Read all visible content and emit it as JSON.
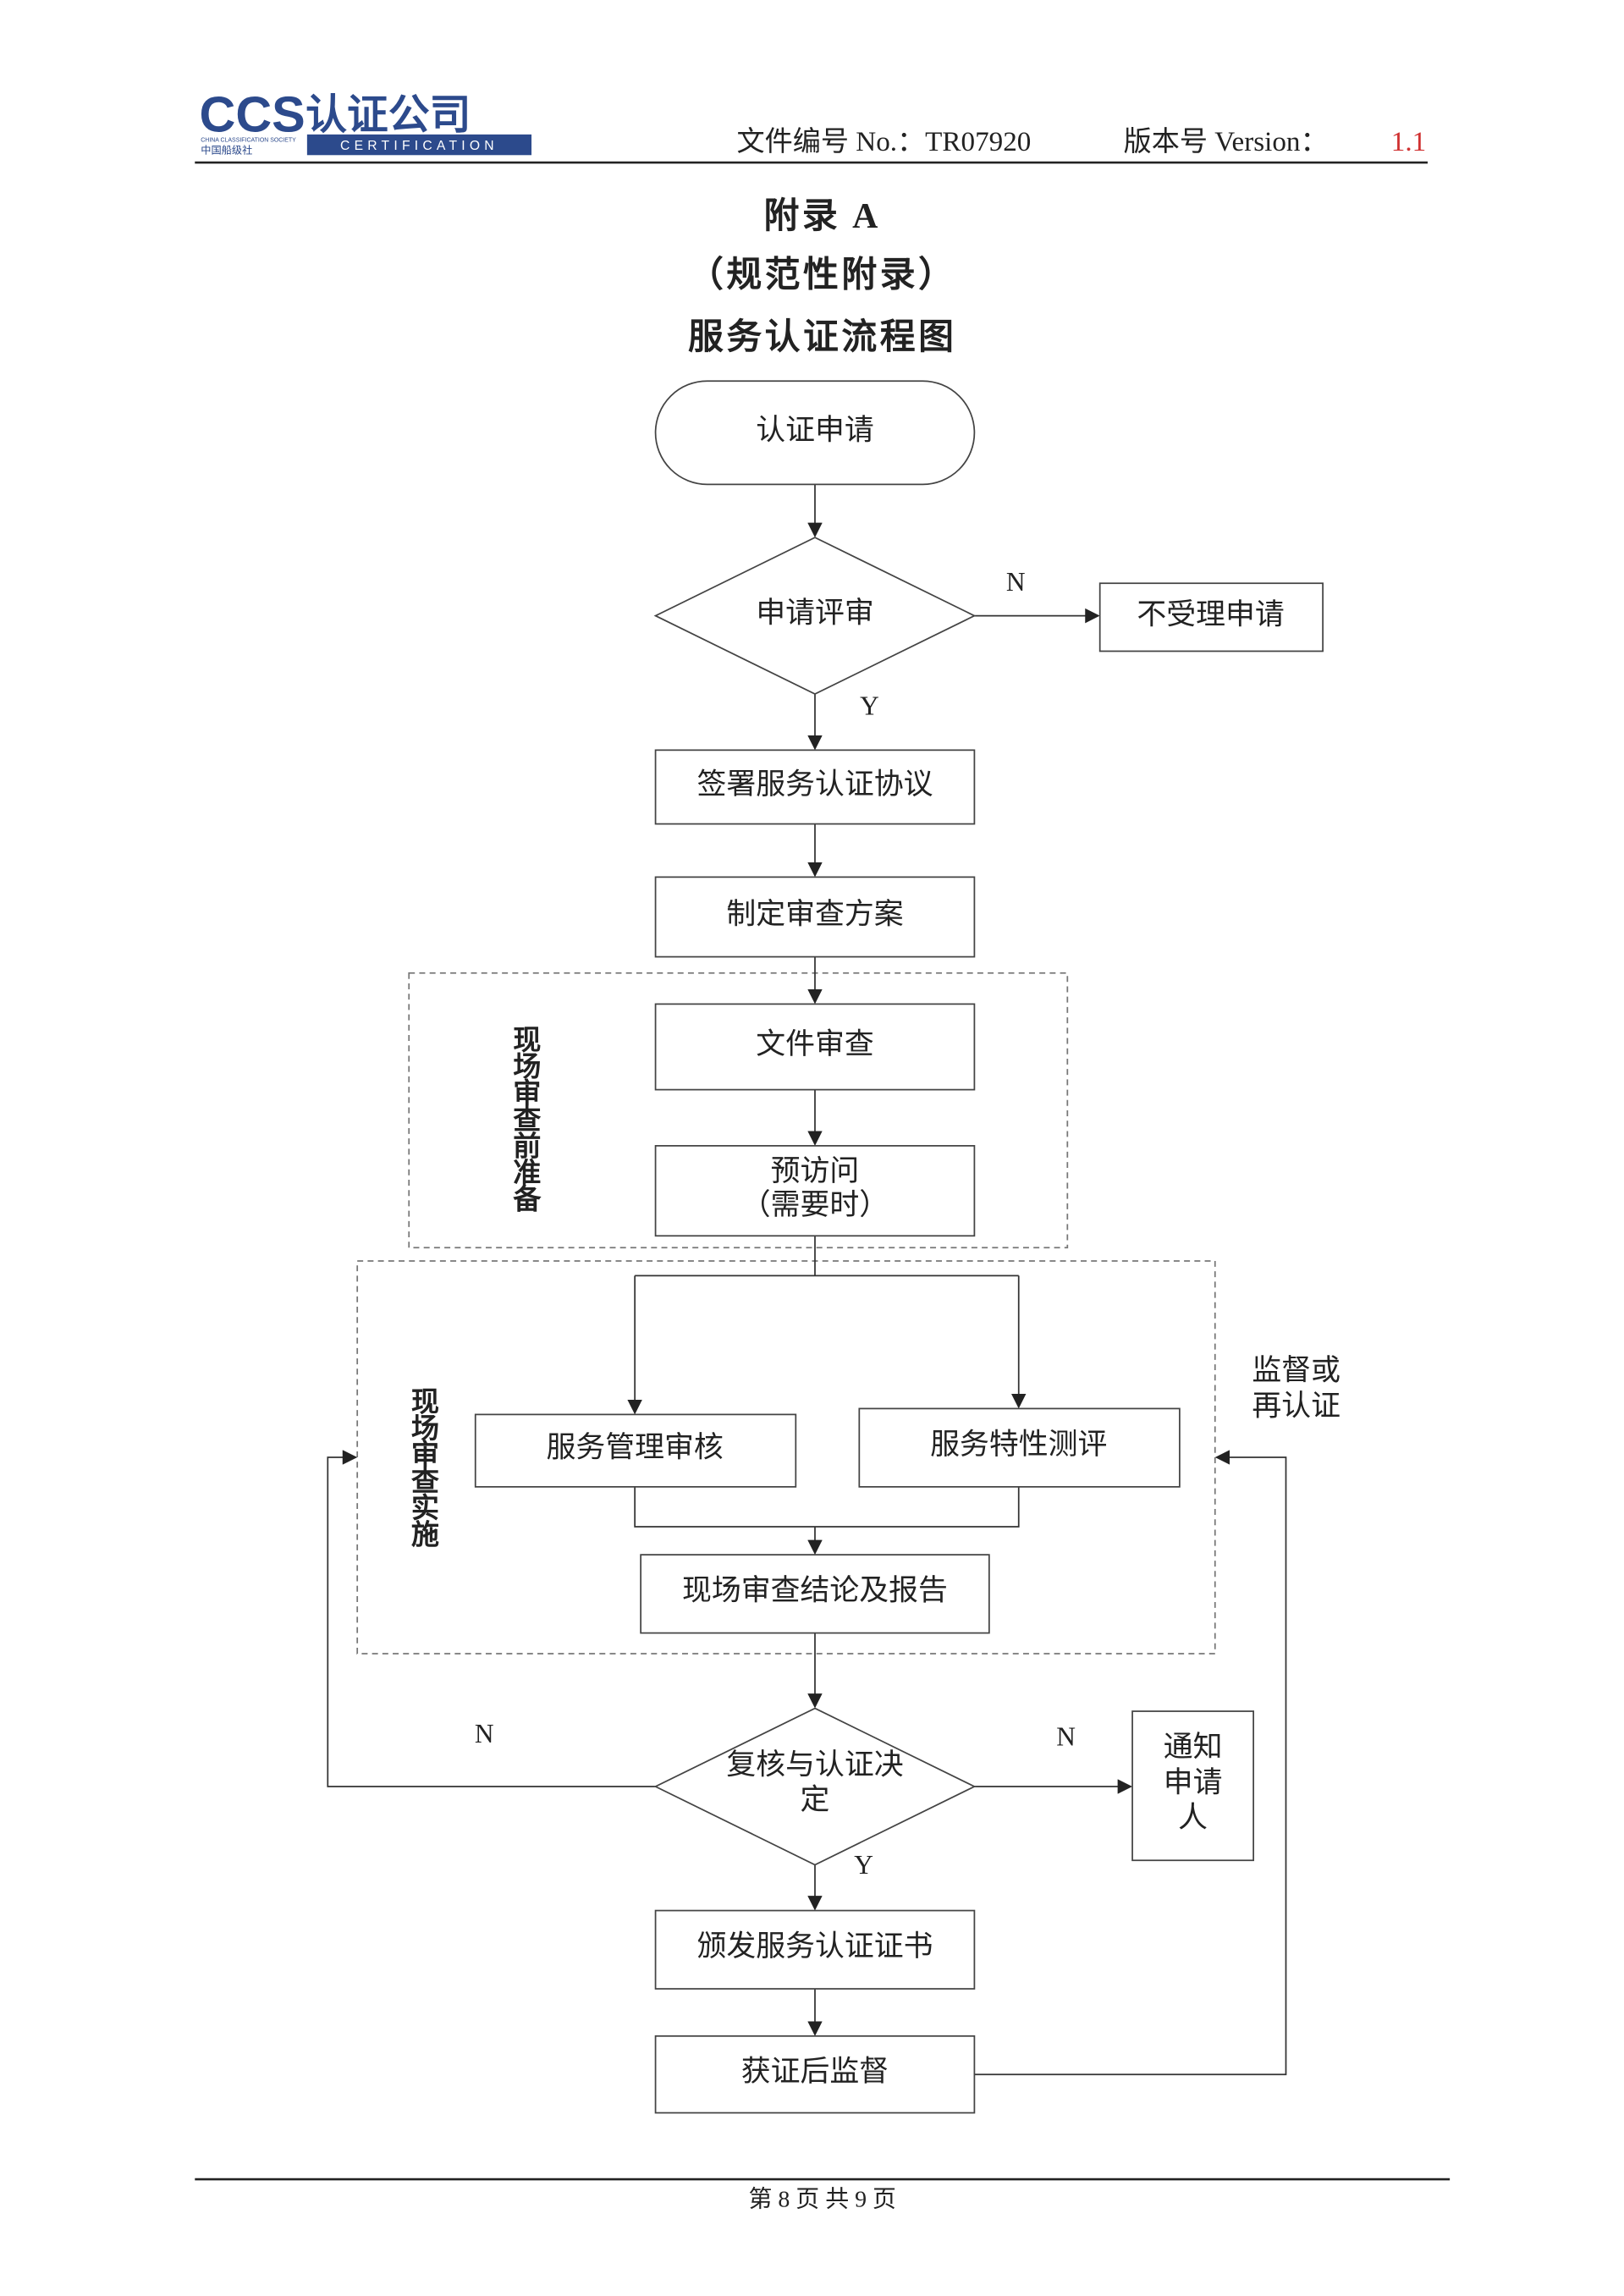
{
  "header": {
    "logo_text": "CCS",
    "logo_cn": "认证公司",
    "logo_sub_en": "CERTIFICATION",
    "logo_society": "CHINA CLASSIFICATION SOCIETY",
    "logo_society_cn": "中国船级社",
    "doc_no_label": "文件编号 No.：TR07920",
    "version_label": "版本号 Version：",
    "version_value": "1.1",
    "version_color": "#d03030",
    "brand_color": "#2c4a8c"
  },
  "titles": {
    "appendix": "附录 A",
    "type": "（规范性附录）",
    "name": "服务认证流程图"
  },
  "flow": {
    "start": "认证申请",
    "review": "申请评审",
    "review_no_label": "N",
    "reject": "不受理申请",
    "review_yes_label": "Y",
    "sign": "签署服务认证协议",
    "plan": "制定审查方案",
    "prep_group": "现场审查前准备",
    "doc_review": "文件审查",
    "previsit_1": "预访问",
    "previsit_2": "（需要时）",
    "impl_group": "现场审查实施",
    "mgmt_audit": "服务管理审核",
    "char_eval": "服务特性测评",
    "conclusion": "现场审查结论及报告",
    "decision_1": "复核与认证决",
    "decision_2": "定",
    "decision_no_left": "N",
    "decision_no_right": "N",
    "notify_1": "通知",
    "notify_2": "申请",
    "notify_3": "人",
    "decision_yes_label": "Y",
    "issue": "颁发服务认证证书",
    "surveillance": "获证后监督",
    "loop_label_1": "监督或",
    "loop_label_2": "再认证"
  },
  "footer": {
    "page": "第 8 页 共 9 页"
  }
}
